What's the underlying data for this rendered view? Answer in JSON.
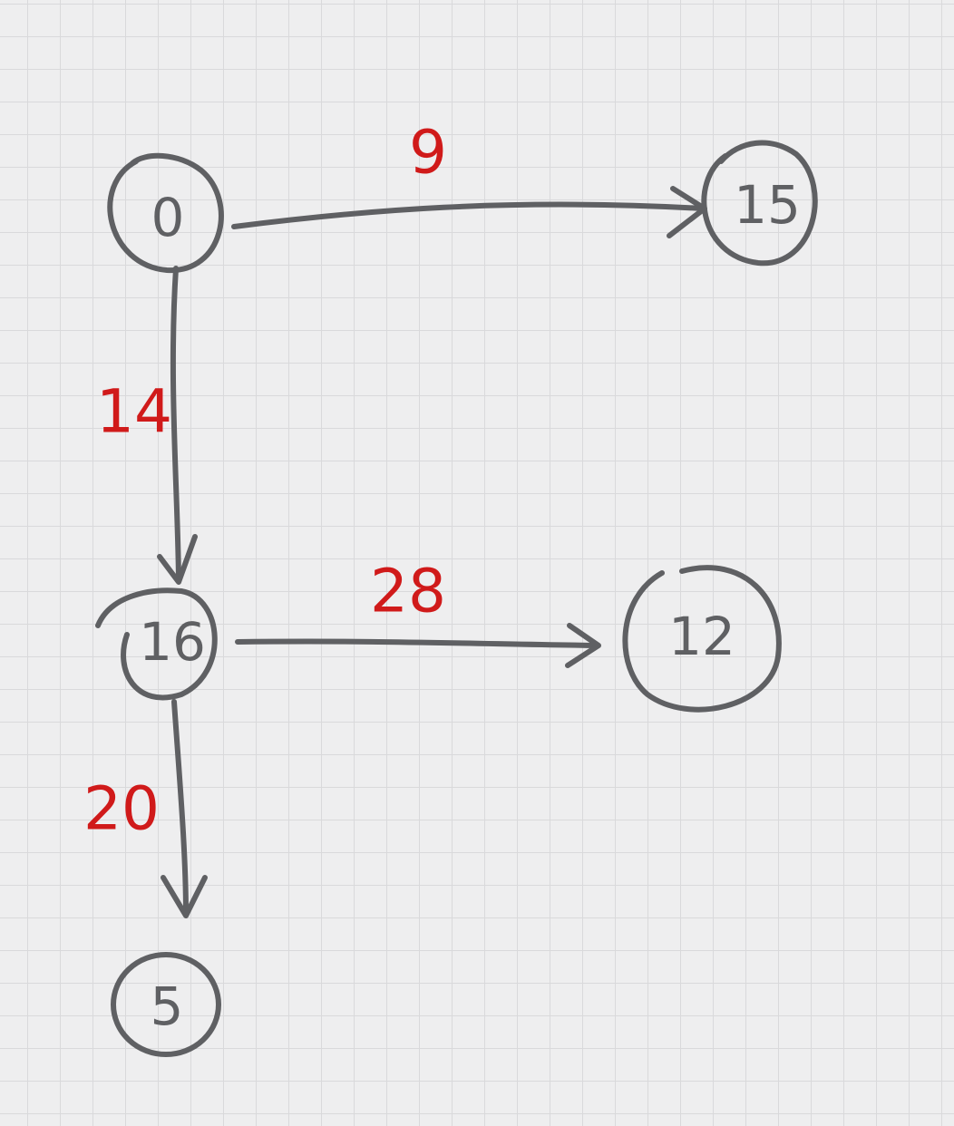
{
  "colors": {
    "ink": "#5f6063",
    "weight": "#d01a1a",
    "paper": "#eeeeef",
    "grid": "#d9d9db"
  },
  "graph": {
    "nodes": [
      {
        "id": "n0",
        "label": "0"
      },
      {
        "id": "n15",
        "label": "15"
      },
      {
        "id": "n16",
        "label": "16"
      },
      {
        "id": "n12",
        "label": "12"
      },
      {
        "id": "n5",
        "label": "5"
      }
    ],
    "edges": [
      {
        "id": "e-0-15",
        "from": "n0",
        "to": "n15",
        "weight": "9"
      },
      {
        "id": "e-0-16",
        "from": "n0",
        "to": "n16",
        "weight": "14"
      },
      {
        "id": "e-16-12",
        "from": "n16",
        "to": "n12",
        "weight": "28"
      },
      {
        "id": "e-16-5",
        "from": "n16",
        "to": "n5",
        "weight": "20"
      }
    ]
  }
}
